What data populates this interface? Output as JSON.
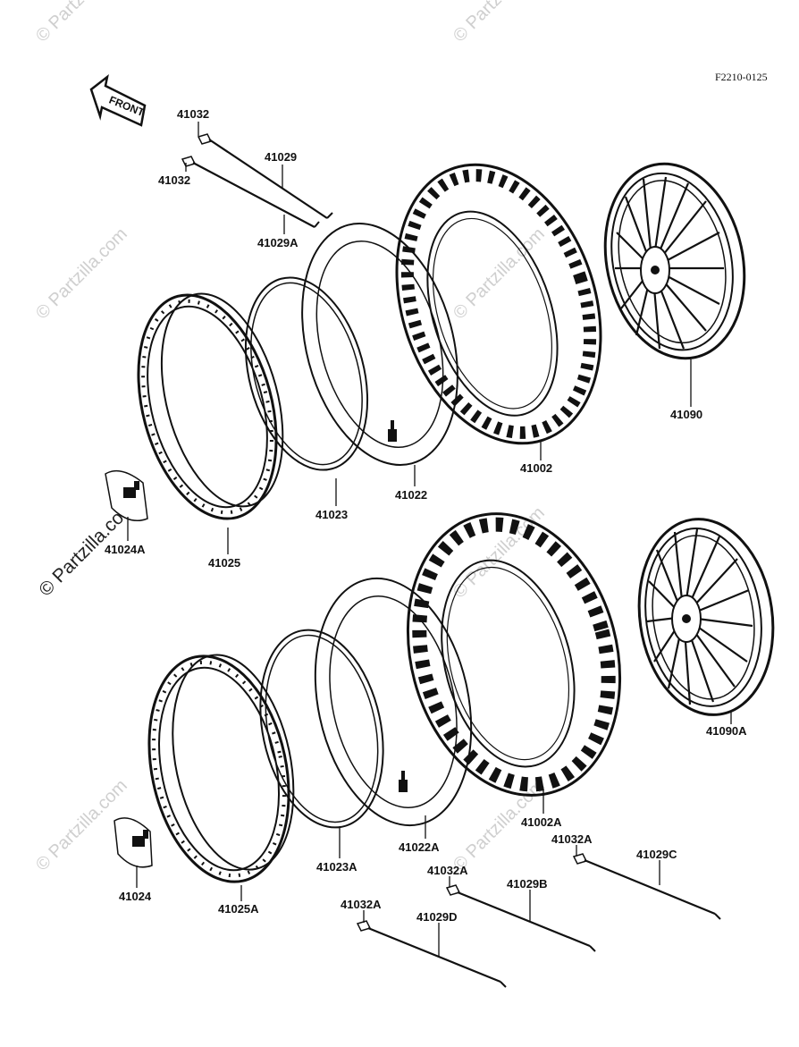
{
  "diagram_code": "F2210-0125",
  "front_label": "FRONT",
  "watermark_text": "© Partzilla.com",
  "labels": {
    "l41032_a": "41032",
    "l41029": "41029",
    "l41032_b": "41032",
    "l41029A": "41029A",
    "l41090": "41090",
    "l41002": "41002",
    "l41022": "41022",
    "l41023": "41023",
    "l41024A": "41024A",
    "l41025": "41025",
    "l41090A": "41090A",
    "l41002A": "41002A",
    "l41032A_1": "41032A",
    "l41029C": "41029C",
    "l41022A": "41022A",
    "l41023A": "41023A",
    "l41032A_2": "41032A",
    "l41029B": "41029B",
    "l41024": "41024",
    "l41025A": "41025A",
    "l41032A_3": "41032A",
    "l41029D": "41029D"
  },
  "colors": {
    "ink": "#111111",
    "watermark": "#cfcfcf"
  }
}
